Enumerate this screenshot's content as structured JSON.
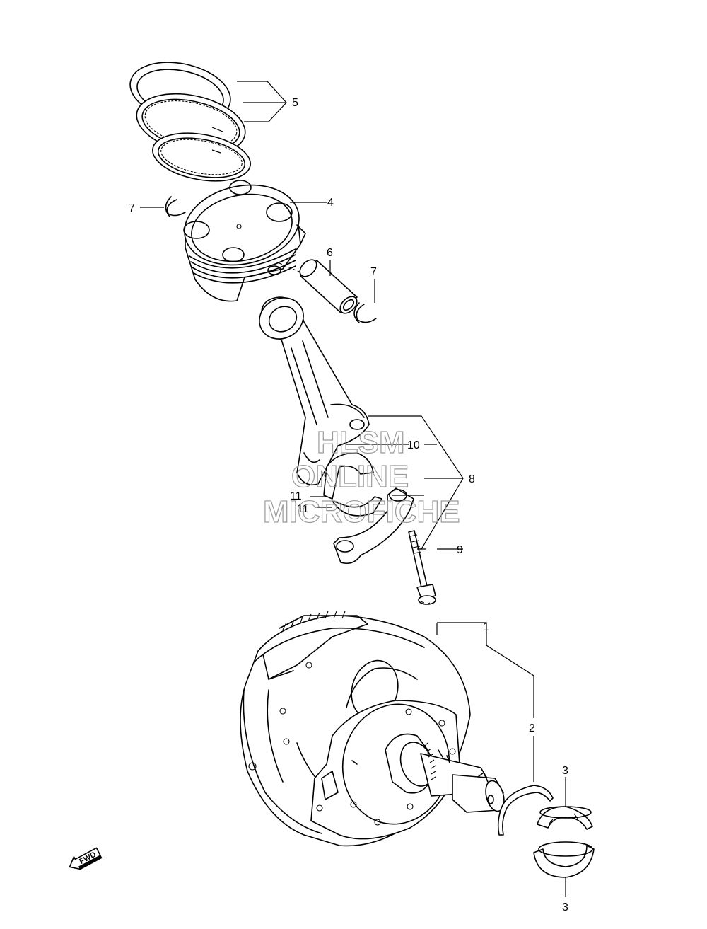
{
  "callouts": {
    "c1": "1",
    "c2": "2",
    "c3a": "3",
    "c3b": "3",
    "c4": "4",
    "c5": "5",
    "c6": "6",
    "c7a": "7",
    "c7b": "7",
    "c8": "8",
    "c9": "9",
    "c10": "10",
    "c11a": "11",
    "c11b": "11"
  },
  "watermark": {
    "line1": "HLSM",
    "line2": "ONLINE",
    "line3": "MICROFICHE"
  },
  "direction": {
    "label": "FWD",
    "icon": "forward-arrow-icon"
  }
}
